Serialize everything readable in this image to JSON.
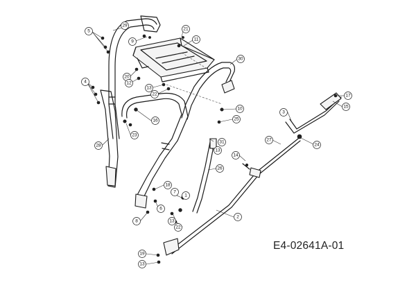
{
  "diagram": {
    "drawing_number": "E4-02641A-01",
    "callouts": [
      "29",
      "21",
      "5",
      "9",
      "11",
      "30",
      "20",
      "12",
      "13",
      "22",
      "4",
      "16",
      "23",
      "10",
      "25",
      "3",
      "17",
      "15",
      "27",
      "24",
      "28",
      "31",
      "13",
      "14",
      "26",
      "18",
      "7",
      "1",
      "6",
      "8",
      "13",
      "22",
      "2",
      "19",
      "13"
    ]
  }
}
